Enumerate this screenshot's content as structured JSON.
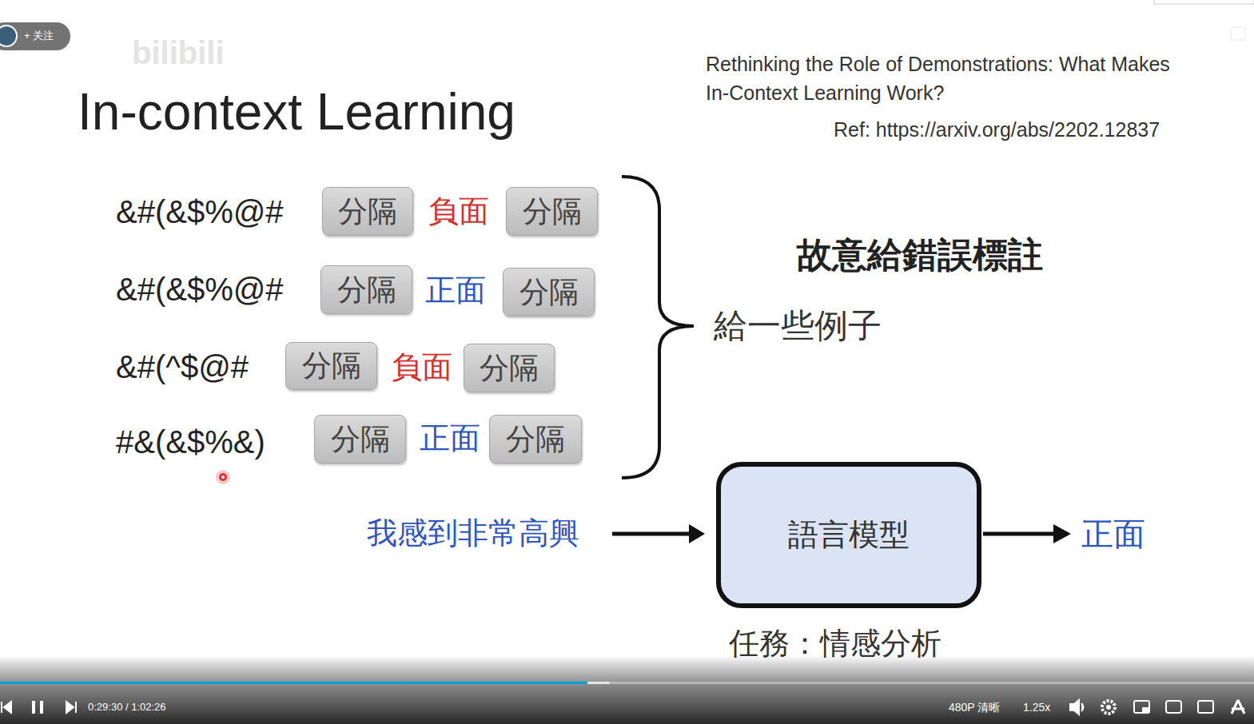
{
  "diagram": {
    "title": "In-context Learning",
    "nodes": [
      {
        "text": [
          "分隔"
        ]
      },
      {
        "text": [
          "分隔"
        ]
      },
      {
        "text": [
          "分隔"
        ]
      },
      {
        "text": [
          "分隔"
        ]
      },
      {
        "text": [
          "分隔"
        ]
      },
      {
        "text": [
          "分隔"
        ]
      },
      {
        "text": [
          "分隔"
        ]
      },
      {
        "text": [
          "分隔"
        ]
      },
      {
        "text": [
          "語言模型"
        ]
      }
    ],
    "labels": [
      "+ 关注",
      "bilibili",
      "Rethinking the Role of Demonstrations: What Makes In-Context Learning Work?",
      "Ref: https://arxiv.org/abs/2202.12837",
      "&#(&$%@#",
      "負面",
      "&#(&$%@#",
      "正面",
      "&#(^$@#",
      "負面",
      "#&(&$%&)",
      "正面",
      "故意給錯誤標註",
      "給一些例子",
      "我感到非常高興",
      "正面",
      "任務：情感分析",
      "0:29:30 / 1:02:26",
      "480P 清晰",
      "1.25x"
    ]
  }
}
